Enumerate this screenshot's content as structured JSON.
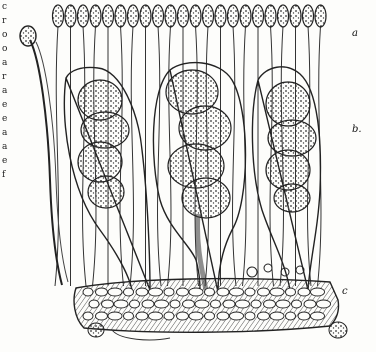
{
  "figure": {
    "labels": {
      "a": "a",
      "b": "b.",
      "c": "c"
    },
    "edge_text": [
      "c",
      "r",
      "o",
      "o",
      "a",
      "r",
      "a",
      "e",
      "e",
      "a",
      "a",
      "e",
      "f"
    ]
  }
}
